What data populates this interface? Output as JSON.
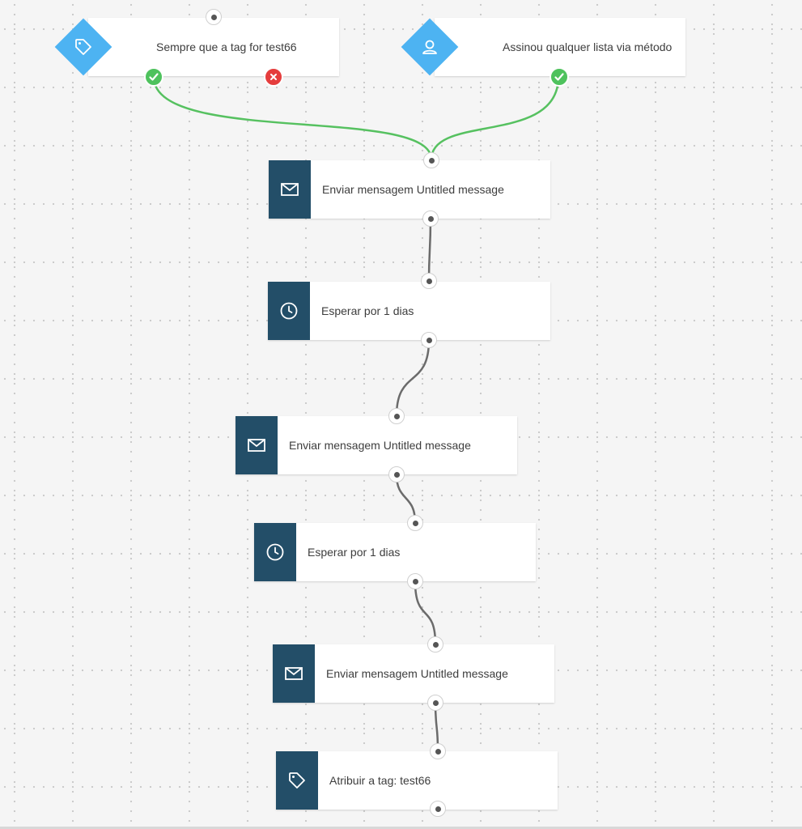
{
  "canvas": {
    "colors": {
      "accent": "#4db3f2",
      "action": "#234e68",
      "yes": "#4ec25d",
      "no": "#e53d3d",
      "wire": "#6b6b6b"
    }
  },
  "triggers": [
    {
      "label": "Sempre que a tag for test66",
      "icon": "tag-icon"
    },
    {
      "label": "Assinou qualquer lista via método",
      "icon": "user-icon"
    }
  ],
  "steps": [
    {
      "label": "Enviar mensagem Untitled message",
      "icon": "envelope-icon"
    },
    {
      "label": "Esperar por 1 dias",
      "icon": "clock-icon"
    },
    {
      "label": "Enviar mensagem Untitled message",
      "icon": "envelope-icon"
    },
    {
      "label": "Esperar por 1 dias",
      "icon": "clock-icon"
    },
    {
      "label": "Enviar mensagem Untitled message",
      "icon": "envelope-icon"
    },
    {
      "label": "Atribuir a tag: test66",
      "icon": "tag-icon"
    }
  ]
}
